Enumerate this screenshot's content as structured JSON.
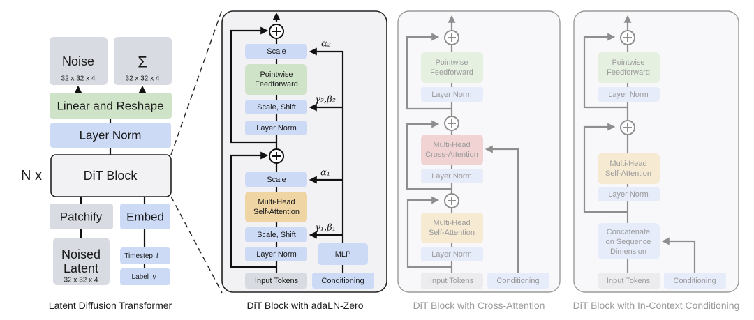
{
  "colors": {
    "gray_box": "#d9dbe2",
    "blue_box": "#ccdaf5",
    "green_box": "#cfe3c8",
    "orange_box": "#f0d5a4",
    "panel_bg": "#f2f2f4",
    "faded_gray": "#ececef",
    "faded_blue": "#e6ecfa",
    "faded_green": "#e6f0e1",
    "faded_orange": "#f6ead2",
    "faded_red": "#f2d3d3",
    "faded_panel_bg": "#f8f8fa"
  },
  "ldt": {
    "noise": {
      "label": "Noise",
      "dims": "32 x 32 x 4"
    },
    "sigma": {
      "label": "Σ",
      "dims": "32 x 32 x 4"
    },
    "linear_reshape": "Linear and Reshape",
    "layer_norm": "Layer Norm",
    "n_x": "N x",
    "dit_block": "DiT Block",
    "patchify": "Patchify",
    "embed": "Embed",
    "noised_latent": {
      "line1": "Noised",
      "line2": "Latent",
      "dims": "32 x 32 x 4"
    },
    "timestep": "Timestep",
    "timestep_var": "t",
    "label": "Label",
    "label_var": "y",
    "caption": "Latent Diffusion Transformer"
  },
  "adaln": {
    "scale_top": "Scale",
    "ffn_line1": "Pointwise",
    "ffn_line2": "Feedforward",
    "scale_shift_top": "Scale, Shift",
    "layer_norm_top": "Layer Norm",
    "scale_bottom": "Scale",
    "attn_line1": "Multi-Head",
    "attn_line2": "Self-Attention",
    "scale_shift_bottom": "Scale, Shift",
    "layer_norm_bottom": "Layer Norm",
    "mlp": "MLP",
    "input_tokens": "Input Tokens",
    "conditioning": "Conditioning",
    "alpha2": "α₂",
    "gamma2_beta2": "γ₂,β₂",
    "alpha1": "α₁",
    "gamma1_beta1": "γ₁,β₁",
    "caption": "DiT Block with adaLN-Zero"
  },
  "cross": {
    "ffn_line1": "Pointwise",
    "ffn_line2": "Feedforward",
    "layer_norm_top": "Layer Norm",
    "cross_line1": "Multi-Head",
    "cross_line2": "Cross-Attention",
    "layer_norm_mid": "Layer Norm",
    "attn_line1": "Multi-Head",
    "attn_line2": "Self-Attention",
    "layer_norm_bottom": "Layer Norm",
    "input_tokens": "Input Tokens",
    "conditioning": "Conditioning",
    "caption": "DiT Block with Cross-Attention"
  },
  "incontext": {
    "ffn_line1": "Pointwise",
    "ffn_line2": "Feedforward",
    "layer_norm_top": "Layer Norm",
    "attn_line1": "Multi-Head",
    "attn_line2": "Self-Attention",
    "layer_norm_bottom": "Layer Norm",
    "concat_line1": "Concatenate",
    "concat_line2": "on Sequence",
    "concat_line3": "Dimension",
    "input_tokens": "Input Tokens",
    "conditioning": "Conditioning",
    "caption": "DiT Block with In-Context Conditioning"
  }
}
